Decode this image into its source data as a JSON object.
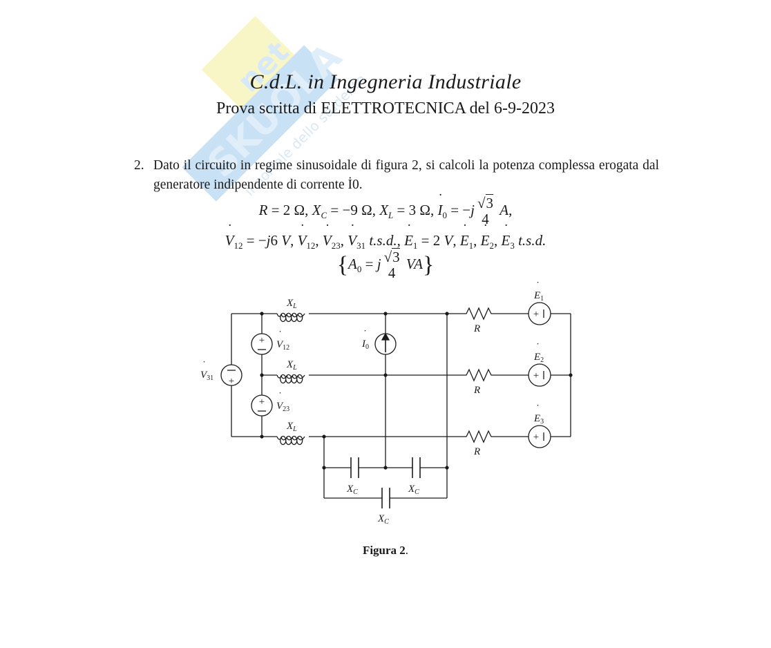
{
  "header": {
    "title": "C.d.L. in Ingegneria Industriale",
    "subtitle": "Prova scritta di ELETTROTECNICA del 6-9-2023"
  },
  "watermark": {
    "brand": "Skuola.net",
    "tagline": "il portale dello studente",
    "colors": {
      "blue": "#9ec9ec",
      "yellow": "#f4ef9a"
    }
  },
  "problem": {
    "number": "2.",
    "text": "Dato il circuito in regime sinusoidale di figura 2, si calcoli la potenza complessa erogata dal generatore indipendente di corrente İ0.",
    "data_line_1": {
      "R": "R = 2 Ω",
      "XC": "X_C = −9 Ω",
      "XL": "X_L = 3 Ω",
      "I0": "İ0 = −j √3/4 A"
    },
    "data_line_2": {
      "V12": "V̇12 = −j6 V",
      "V_tsd": "V̇12, V̇23, V̇31 t.s.d.",
      "E1": "Ė1 = 2 V",
      "E_tsd": "Ė1, Ė2, Ė3 t.s.d."
    },
    "answer": "{A0 = j √3/4 VA}"
  },
  "circuit": {
    "labels": {
      "XL": "X",
      "XL_sub": "L",
      "XC": "X",
      "XC_sub": "C",
      "R": "R",
      "V12": "V",
      "V12_sub": "12",
      "V23": "V",
      "V23_sub": "23",
      "V31": "V",
      "V31_sub": "31",
      "I0": "I",
      "I0_sub": "0",
      "E1": "E",
      "E1_sub": "1",
      "E2": "E",
      "E2_sub": "2",
      "E3": "E",
      "E3_sub": "3"
    }
  },
  "caption": {
    "label": "Figura 2",
    "suffix": "."
  }
}
